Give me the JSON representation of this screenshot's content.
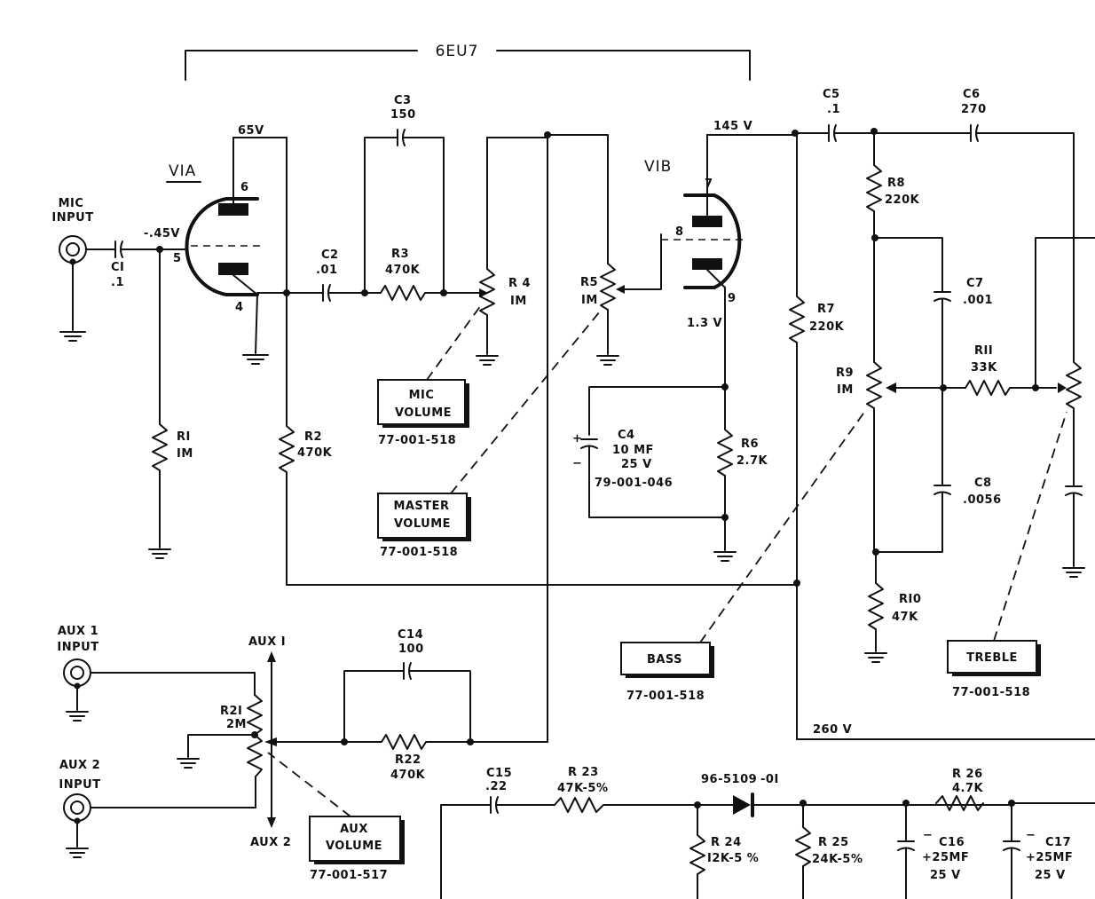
{
  "tube": "6EU7",
  "sections": {
    "v1a": "VIA",
    "v1b": "VIB"
  },
  "inputs": {
    "mic": [
      "MIC",
      "INPUT"
    ],
    "aux1": [
      "AUX 1",
      "INPUT"
    ],
    "aux2": [
      "AUX 2",
      "INPUT"
    ]
  },
  "voltages": {
    "v1a_plate": "65V",
    "v1a_grid": "-.45V",
    "v1b_plate": "145 V",
    "v1b_cathode": "1.3 V",
    "b_plus": "260 V"
  },
  "pins": {
    "p6": "6",
    "p5": "5",
    "p4": "4",
    "p7": "7",
    "p8": "8",
    "p9": "9"
  },
  "parts": {
    "C1": [
      "CI",
      ".1"
    ],
    "C2": [
      "C2",
      ".01"
    ],
    "C3": [
      "C3",
      "150"
    ],
    "C4": [
      "C4",
      "10 MF",
      "25 V",
      "79-001-046"
    ],
    "C5": [
      "C5",
      ".1"
    ],
    "C6": [
      "C6",
      "270"
    ],
    "C7": [
      "C7",
      ".001"
    ],
    "C8": [
      "C8",
      ".0056"
    ],
    "C14": [
      "C14",
      "100"
    ],
    "C15": [
      "C15",
      ".22"
    ],
    "C16": [
      "C16",
      "+25MF",
      "25 V"
    ],
    "C17": [
      "C17",
      "+25MF",
      "25 V"
    ],
    "R1": [
      "RI",
      "IM"
    ],
    "R2": [
      "R2",
      "470K"
    ],
    "R3": [
      "R3",
      "470K"
    ],
    "R4": [
      "R 4",
      "IM"
    ],
    "R5": [
      "R5",
      "IM"
    ],
    "R6": [
      "R6",
      "2.7K"
    ],
    "R7": [
      "R7",
      "220K"
    ],
    "R8": [
      "R8",
      "220K"
    ],
    "R9": [
      "R9",
      "IM"
    ],
    "R10": [
      "RI0",
      "47K"
    ],
    "R11": [
      "RII",
      "33K"
    ],
    "R21": [
      "R2I",
      "2M"
    ],
    "R22": [
      "R22",
      "470K"
    ],
    "R23": [
      "R 23",
      "47K-5%"
    ],
    "R24": [
      "R 24",
      "I2K-5 %"
    ],
    "R25": [
      "R 25",
      "24K-5%"
    ],
    "R26": [
      "R 26",
      "4.7K"
    ]
  },
  "diode": [
    "96-5109",
    "-0I"
  ],
  "switch_labels": {
    "aux1": "AUX I",
    "aux2": "AUX 2"
  },
  "controls": {
    "mic_volume": {
      "lines": [
        "MIC",
        "VOLUME"
      ],
      "part": "77-001-518"
    },
    "master_volume": {
      "lines": [
        "MASTER",
        "VOLUME"
      ],
      "part": "77-001-518"
    },
    "bass": {
      "lines": [
        "BASS"
      ],
      "part": "77-001-518"
    },
    "treble": {
      "lines": [
        "TREBLE"
      ],
      "part": "77-001-518"
    },
    "aux_volume": {
      "lines": [
        "AUX",
        "VOLUME"
      ],
      "part": "77-001-517"
    }
  },
  "polarity": {
    "plus": "+",
    "minus": "−"
  }
}
